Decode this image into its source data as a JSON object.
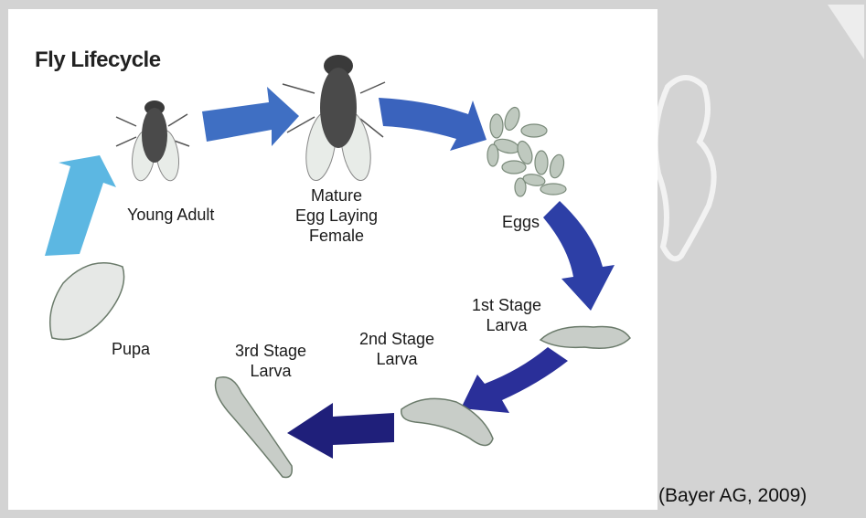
{
  "title": "Fly Lifecycle",
  "stages": {
    "young_adult": "Young Adult",
    "mature_female": [
      "Mature",
      "Egg Laying",
      "Female"
    ],
    "eggs": "Eggs",
    "larva1": [
      "1st Stage",
      "Larva"
    ],
    "larva2": [
      "2nd Stage",
      "Larva"
    ],
    "larva3": [
      "3rd Stage",
      "Larva"
    ],
    "pupa": "Pupa"
  },
  "citation": "(Bayer AG, 2009)",
  "colors": {
    "arrow_light": "#5cb7e2",
    "arrow_mid": "#3f74c6",
    "arrow_dark": "#2a2f99",
    "arrow_navy": "#1f1f7a",
    "egg_fill": "#bfc9bf",
    "larva_fill": "#c8cdc8",
    "fly_body": "#4a4a4a"
  }
}
